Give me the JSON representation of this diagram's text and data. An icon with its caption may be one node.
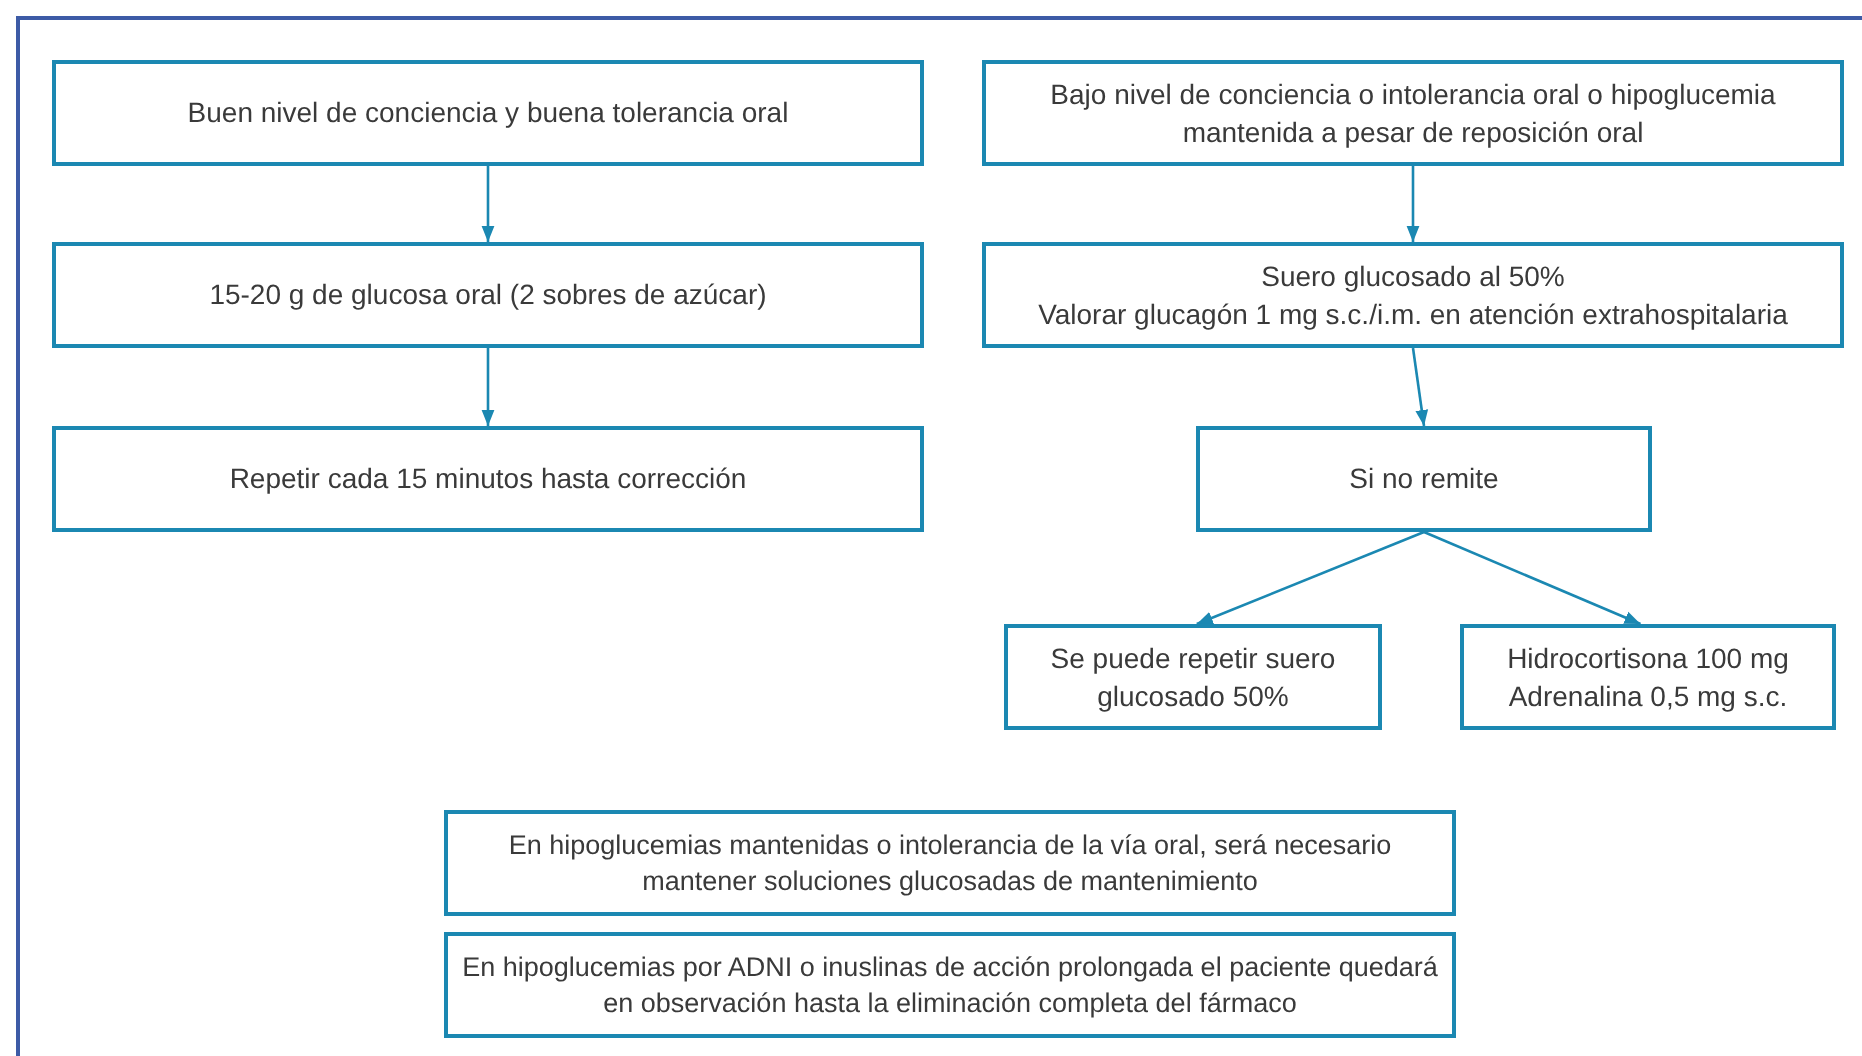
{
  "diagram": {
    "nodes": [
      {
        "text": [
          "Buen nivel de conciencia y buena tolerancia oral"
        ]
      },
      {
        "text": [
          "15-20 g de glucosa oral (2 sobres de azúcar)"
        ]
      },
      {
        "text": [
          "Repetir cada 15 minutos hasta corrección"
        ]
      },
      {
        "text": [
          "Bajo nivel de conciencia o intolerancia oral o hipoglucemia mantenida a pesar de reposición oral"
        ]
      },
      {
        "text": [
          "Suero glucosado al 50%",
          "Valorar glucagón 1 mg s.c./i.m. en atención extrahospitalaria"
        ]
      },
      {
        "text": [
          "Si no remite"
        ]
      },
      {
        "text": [
          "Se puede repetir suero glucosado 50%"
        ]
      },
      {
        "text": [
          "Hidrocortisona 100 mg",
          "Adrenalina 0,5 mg s.c."
        ]
      },
      {
        "text": [
          "En hipoglucemias mantenidas o intolerancia de la vía oral, será necesario mantener soluciones glucosadas de mantenimiento"
        ]
      },
      {
        "text": [
          "En hipoglucemias por ADNI o inuslinas de acción prolongada el paciente quedará en observación hasta la eliminación completa del fármaco"
        ]
      }
    ],
    "edges": [
      {
        "from": 0,
        "to": 1,
        "arrow": "to"
      },
      {
        "from": 1,
        "to": 2,
        "arrow": "to"
      },
      {
        "from": 3,
        "to": 4,
        "arrow": "to"
      },
      {
        "from": 4,
        "to": 5,
        "arrow": "to"
      },
      {
        "from": 5,
        "to": 6,
        "arrow": "to"
      },
      {
        "from": 5,
        "to": 7,
        "arrow": "to"
      }
    ]
  }
}
